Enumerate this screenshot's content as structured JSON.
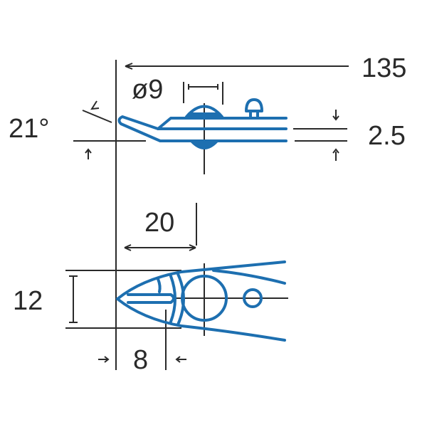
{
  "diagram": {
    "subject": "cutting pliers technical drawing",
    "colors": {
      "line": "#2a2a2a",
      "part": "#1d6fb0",
      "background": "#ffffff"
    },
    "dimensions": {
      "overall_length": "135",
      "joint_diameter": "ø9",
      "head_angle": "21°",
      "head_thickness": "2.5",
      "joint_to_tip": "20",
      "head_width": "12",
      "cutting_edge_length": "8"
    }
  }
}
